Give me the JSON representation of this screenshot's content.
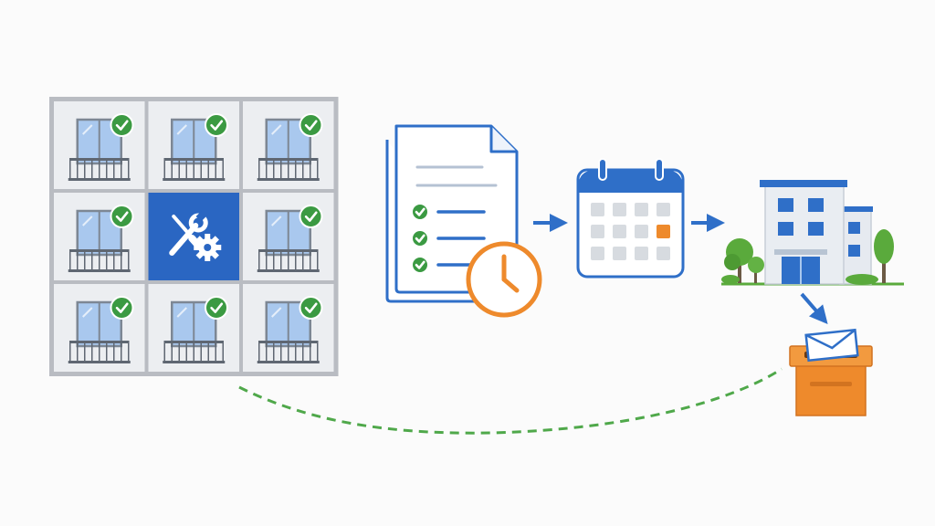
{
  "diagram": {
    "colors": {
      "background": "#fbfbfb",
      "frame": "#b9bcc2",
      "unit_fill": "#eceef1",
      "glass": "#a9c8ee",
      "blue": "#2f6fc8",
      "repair_tile": "#2a66c2",
      "check_green": "#3b9a42",
      "orange": "#ee8a2c",
      "calendar_cell": "#d7dbe0",
      "dashed_green": "#4fa84a",
      "tree_green": "#5aaa3c"
    },
    "building_grid": {
      "rows": 3,
      "cols": 3,
      "units": [
        {
          "status": "approved",
          "icon": "check-icon"
        },
        {
          "status": "approved",
          "icon": "check-icon"
        },
        {
          "status": "approved",
          "icon": "check-icon"
        },
        {
          "status": "approved",
          "icon": "check-icon"
        },
        {
          "status": "under-repair",
          "icon": "tools-gear-icon"
        },
        {
          "status": "approved",
          "icon": "check-icon"
        },
        {
          "status": "approved",
          "icon": "check-icon"
        },
        {
          "status": "approved",
          "icon": "check-icon"
        },
        {
          "status": "approved",
          "icon": "check-icon"
        }
      ]
    },
    "flow": [
      {
        "step": "checklist-document",
        "icon": "document-checklist-icon",
        "badge": "clock-icon",
        "checklist_items": 3
      },
      {
        "step": "calendar",
        "icon": "calendar-icon",
        "highlighted_day": "row 2, column 4"
      },
      {
        "step": "office-building",
        "icon": "office-building-icon"
      },
      {
        "step": "mailbox",
        "icon": "mail-drop-box-icon"
      }
    ],
    "return_path": {
      "style": "dashed",
      "from": "mailbox",
      "to": "building_grid"
    }
  }
}
